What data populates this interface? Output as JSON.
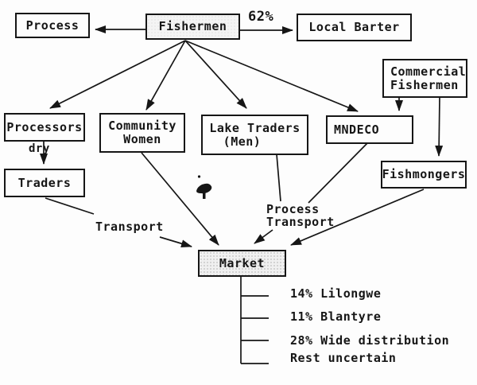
{
  "diagram": {
    "type": "flowchart",
    "subject": "Fish distribution channels from fishermen to market",
    "colors": {
      "ink": "#161616",
      "paper": "#fdfdfd",
      "market_fill": "#f0f0f0"
    }
  },
  "nodes": {
    "process": {
      "label": "Process"
    },
    "fishermen": {
      "label": "Fishermen"
    },
    "local_barter": {
      "label": "Local Barter"
    },
    "commercial_fishermen": {
      "line1": "Commercial",
      "line2": "Fishermen"
    },
    "processors": {
      "label": "Processors"
    },
    "community_women": {
      "line1": "Community",
      "line2": "Women"
    },
    "lake_traders": {
      "line1": "Lake Traders",
      "line2": "(Men)"
    },
    "mndeco": {
      "label": "MNDECO"
    },
    "fishmongers": {
      "label": "Fishmongers"
    },
    "traders": {
      "label": "Traders"
    },
    "market": {
      "label": "Market"
    }
  },
  "edge_labels": {
    "barter_pct": "62%",
    "dry": "dry",
    "transport": "Transport",
    "process_transport_line1": "Process",
    "process_transport_line2": "Transport"
  },
  "distribution": [
    {
      "label": "14% Lilongwe"
    },
    {
      "label": "11% Blantyre"
    },
    {
      "label": "28% Wide distribution"
    },
    {
      "label": "Rest uncertain"
    }
  ]
}
